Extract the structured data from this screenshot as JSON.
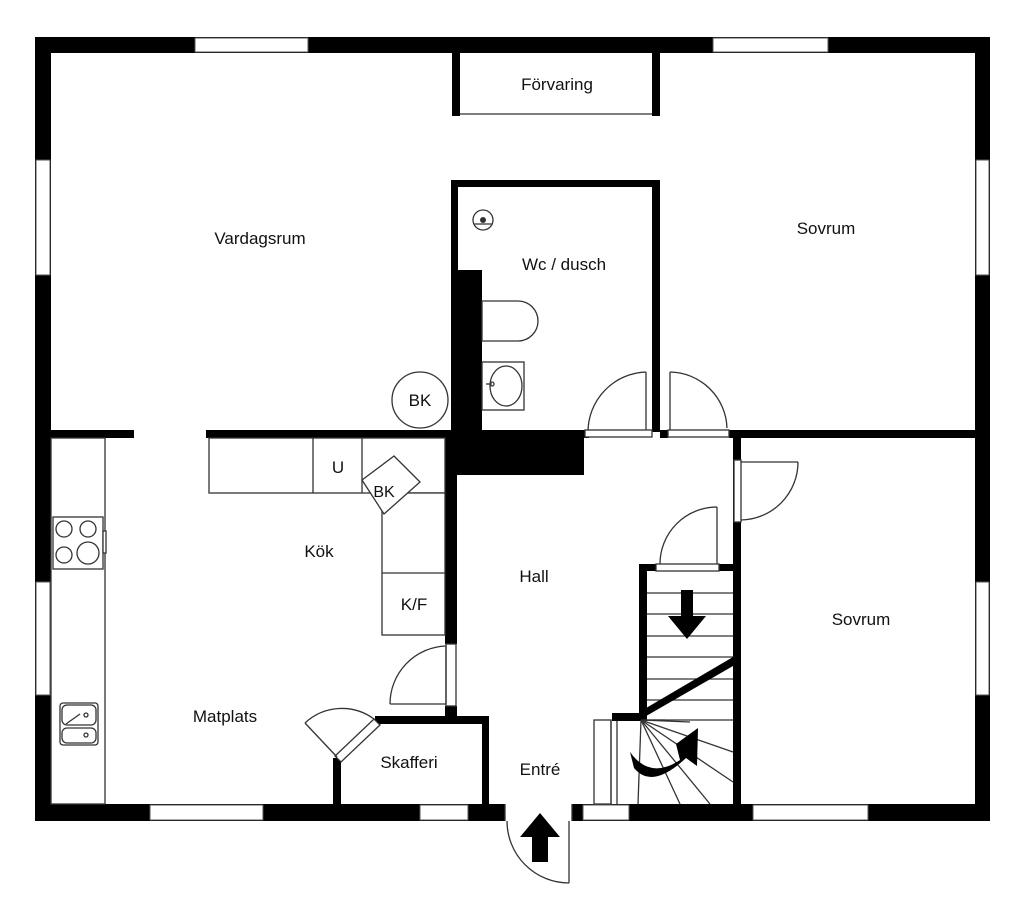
{
  "rooms": {
    "forvaring": "Förvaring",
    "vardagsrum": "Vardagsrum",
    "wc": "Wc / dusch",
    "sovrum_top": "Sovrum",
    "kok": "Kök",
    "hall": "Hall",
    "sovrum_bottom": "Sovrum",
    "matplats": "Matplats",
    "skafferi": "Skafferi",
    "entre": "Entré"
  },
  "fixtures": {
    "bk_round": "BK",
    "u": "U",
    "bk_diamond": "BK",
    "kf": "K/F"
  },
  "icons": [
    "stair-down-arrow-icon",
    "stair-up-curved-arrow-icon",
    "entrance-arrow-icon",
    "stove-icon",
    "sink-icon",
    "toilet-icon",
    "washbasin-icon",
    "shower-icon"
  ],
  "colors": {
    "wall": "#000000",
    "background": "#ffffff",
    "line": "#333333"
  }
}
